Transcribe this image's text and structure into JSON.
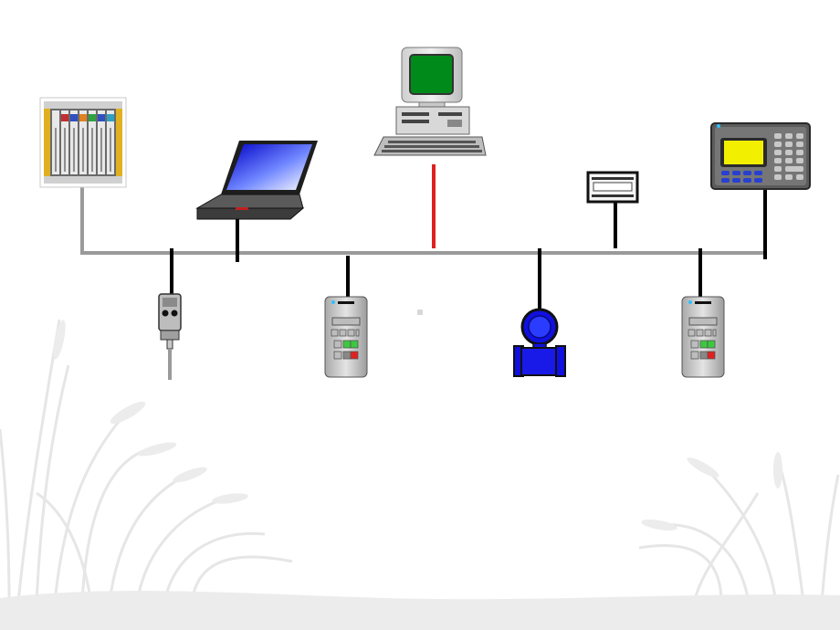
{
  "diagram": {
    "bus_color": "#9a9a9a",
    "drop_color": "#000000",
    "highlight_drop_color": "#e02020",
    "devices": [
      {
        "name": "plc-rack-icon",
        "position": "top-left"
      },
      {
        "name": "laptop-icon",
        "position": "top"
      },
      {
        "name": "desktop-computer-icon",
        "position": "top-center"
      },
      {
        "name": "panel-display-icon",
        "position": "top-right"
      },
      {
        "name": "operator-terminal-icon",
        "position": "top-right"
      },
      {
        "name": "photoelectric-sensor-icon",
        "position": "bottom"
      },
      {
        "name": "drive-controller-icon",
        "position": "bottom"
      },
      {
        "name": "flow-transmitter-icon",
        "position": "bottom"
      },
      {
        "name": "drive-controller-icon",
        "position": "bottom"
      }
    ]
  },
  "background": {
    "decoration": "grass-silhouette",
    "ground_color": "#ececec"
  }
}
